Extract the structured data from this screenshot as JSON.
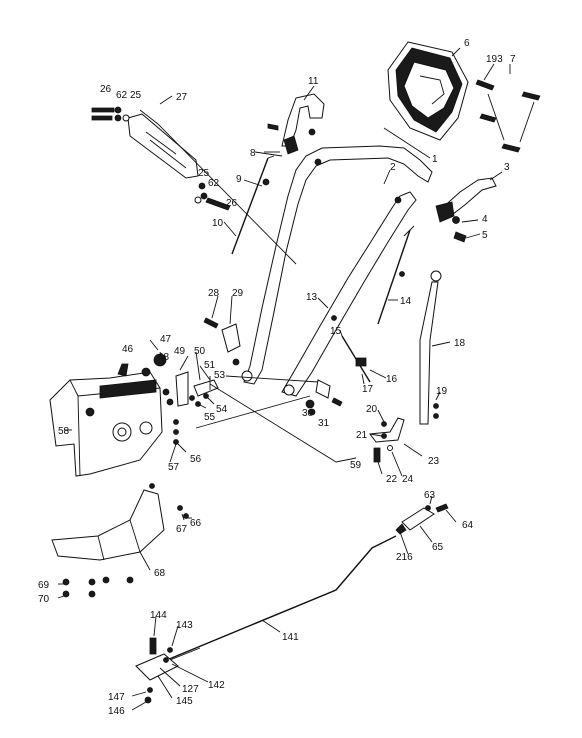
{
  "labels": {
    "p1": "1",
    "p2": "2",
    "p3": "3",
    "p4": "4",
    "p5": "5",
    "p6": "6",
    "p7": "7",
    "p8": "8",
    "p9": "9",
    "p10": "10",
    "p11": "11",
    "p13": "13",
    "p14": "14",
    "p15": "15",
    "p16": "16",
    "p17": "17",
    "p18": "18",
    "p19": "19",
    "p20": "20",
    "p21": "21",
    "p22": "22",
    "p23": "23",
    "p24": "24",
    "p25a": "25",
    "p25b": "25",
    "p26a": "26",
    "p26b": "26",
    "p27": "27",
    "p28": "28",
    "p29": "29",
    "p30": "30",
    "p31": "31",
    "p46": "46",
    "p47": "47",
    "p48": "48",
    "p49": "49",
    "p50": "50",
    "p51": "51",
    "p53": "53",
    "p54": "54",
    "p55": "55",
    "p56": "56",
    "p57": "57",
    "p58": "58",
    "p59": "59",
    "p62a": "62",
    "p62b": "62",
    "p63": "63",
    "p64": "64",
    "p65": "65",
    "p66": "66",
    "p67": "67",
    "p68": "68",
    "p69": "69",
    "p70": "70",
    "p127": "127",
    "p141": "141",
    "p142": "142",
    "p143": "143",
    "p144": "144",
    "p145": "145",
    "p146": "146",
    "p147": "147",
    "p193": "193",
    "p216": "216"
  }
}
